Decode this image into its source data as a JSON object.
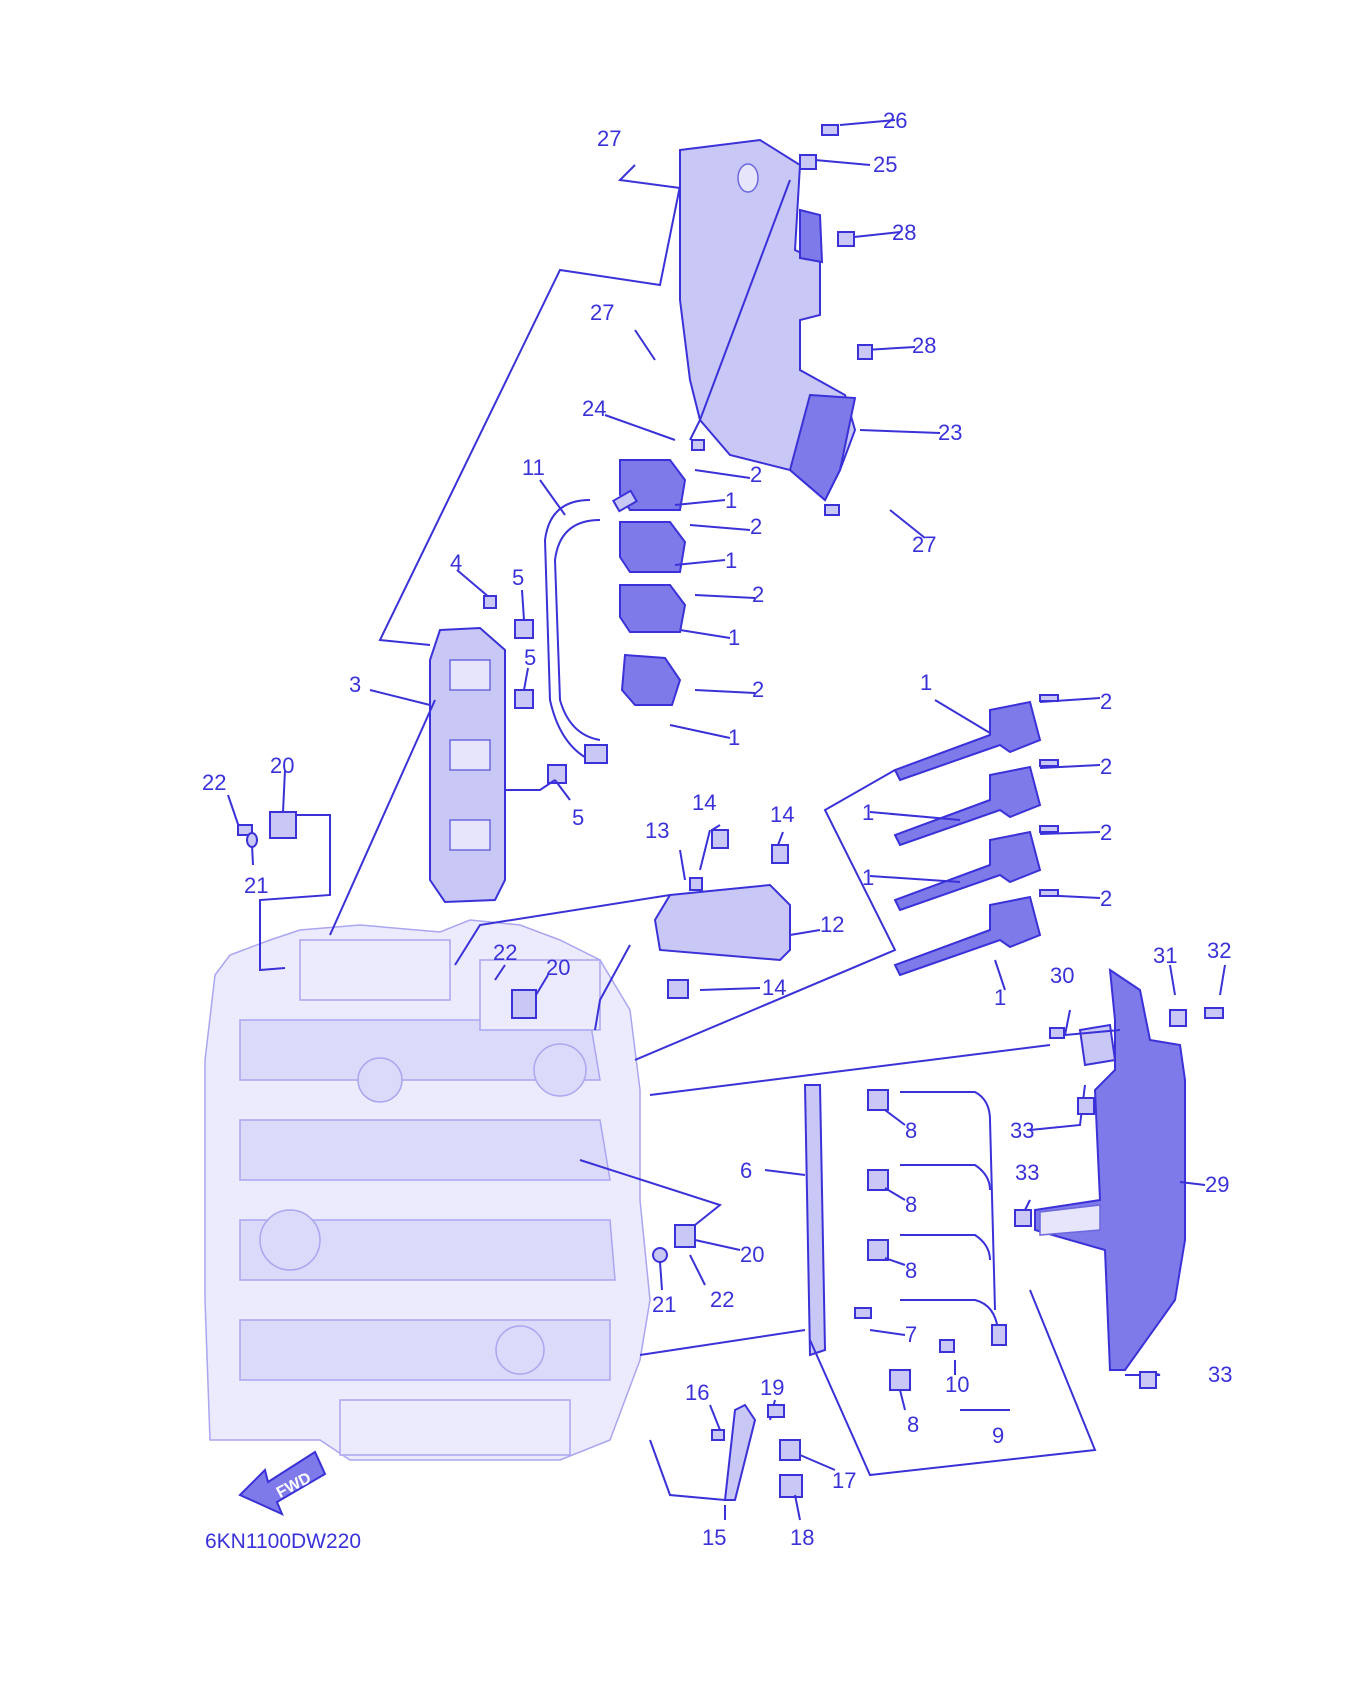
{
  "diagram": {
    "code": "6KN1100DW220",
    "fwd_label": "FWD",
    "colors": {
      "line": "#3a32d8",
      "fill": "#c9c7f6",
      "dark": "#7f7ae9",
      "engine": "#eceafd"
    },
    "callouts": [
      "27",
      "26",
      "25",
      "28",
      "27",
      "28",
      "24",
      "23",
      "27",
      "11",
      "2",
      "1",
      "2",
      "1",
      "2",
      "1",
      "2",
      "1",
      "4",
      "5",
      "5",
      "3",
      "5",
      "22",
      "20",
      "21",
      "1",
      "2",
      "2",
      "1",
      "2",
      "1",
      "2",
      "1",
      "14",
      "13",
      "14",
      "12",
      "14",
      "22",
      "20",
      "30",
      "31",
      "32",
      "33",
      "33",
      "29",
      "6",
      "8",
      "8",
      "8",
      "7",
      "20",
      "21",
      "22",
      "10",
      "9",
      "8",
      "19",
      "16",
      "17",
      "15",
      "18",
      "33"
    ]
  }
}
